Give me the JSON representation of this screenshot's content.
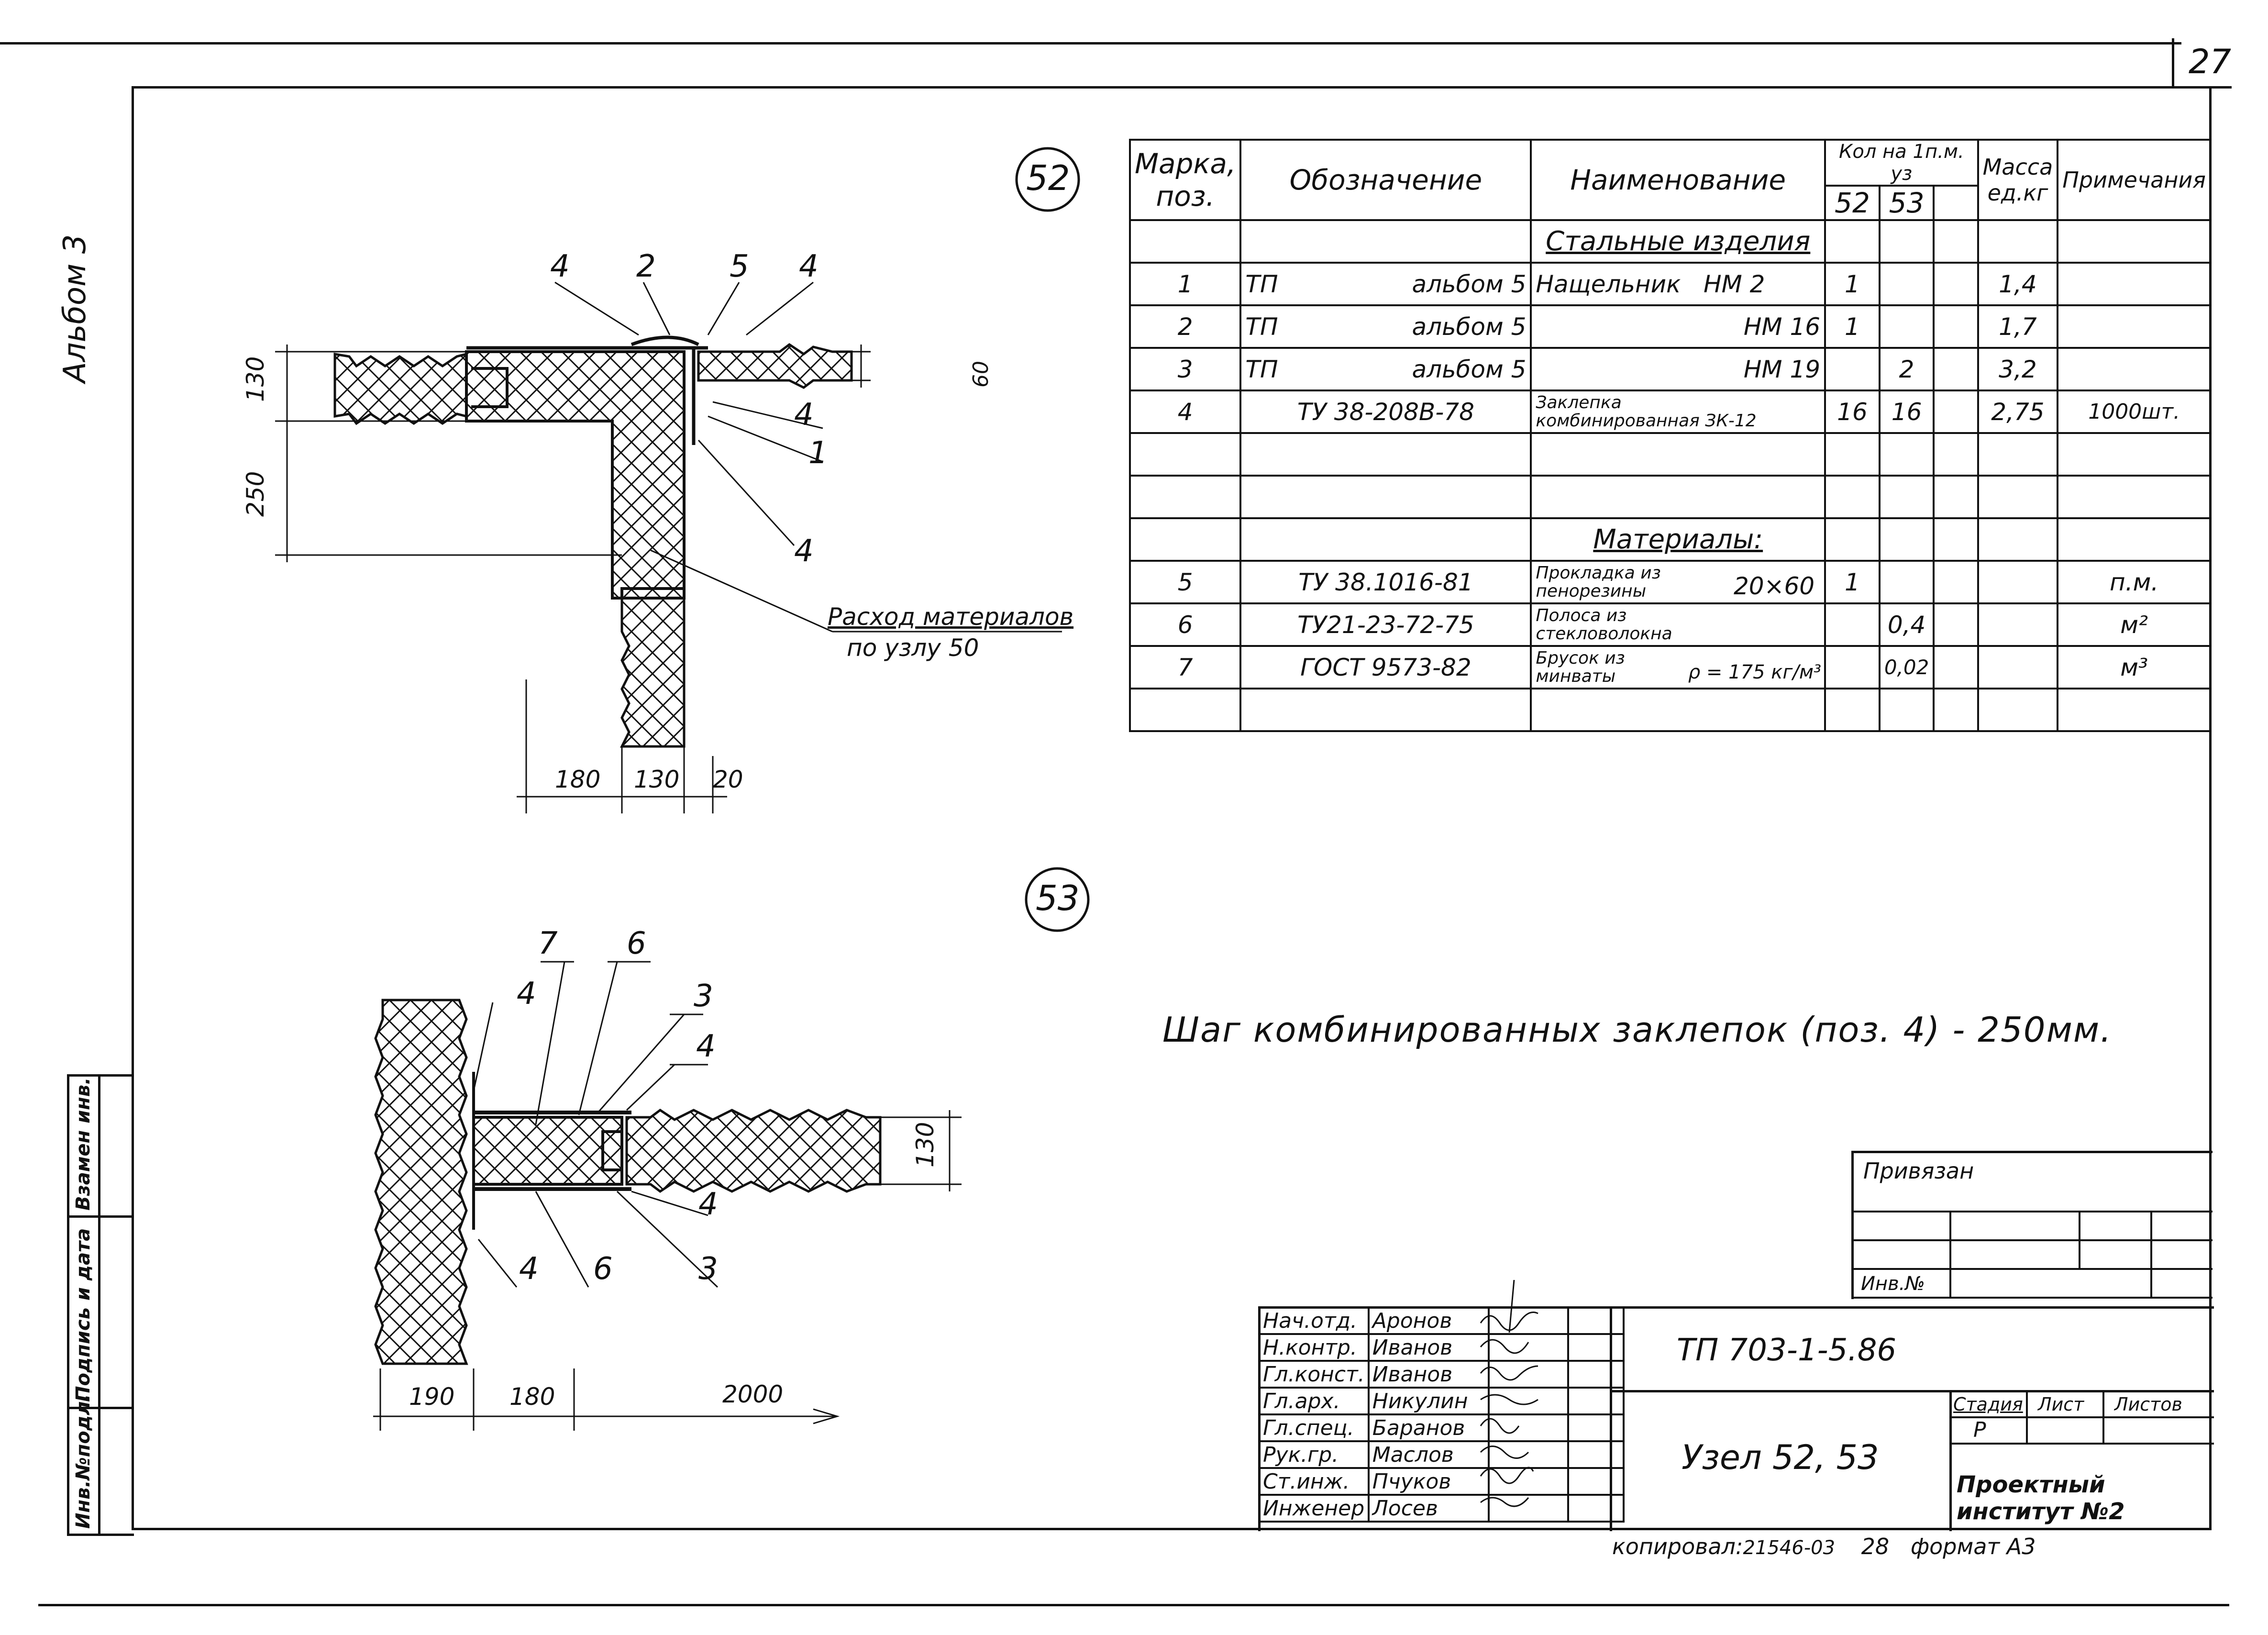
{
  "sheet": {
    "page_number": "27",
    "album_label": "Альбом 3",
    "copied": "копировал:",
    "copy_number": "21546-03",
    "format_number": "28",
    "format_label": "формат А3"
  },
  "left_strip": {
    "inv_label": "Инв.№подл.",
    "sign_label": "Подпись и дата",
    "replace_label": "Взамен инв."
  },
  "node52": {
    "badge": "52",
    "callouts": [
      "4",
      "2",
      "5",
      "4",
      "4",
      "1",
      "4"
    ],
    "dims": {
      "d130": "130",
      "d250": "250",
      "d60": "60",
      "b180": "180",
      "b130": "130",
      "b20": "20"
    },
    "note_line1": "Расход материалов",
    "note_line2": "по узлу 50"
  },
  "node53": {
    "badge": "53",
    "callouts": [
      "7",
      "6",
      "4",
      "3",
      "4",
      "4",
      "4",
      "6",
      "3"
    ],
    "dims": {
      "d130": "130",
      "b190": "190",
      "b180": "180",
      "b2000": "2000"
    }
  },
  "rivet_note": "Шаг комбинированных заклепок (поз. 4) - 250мм.",
  "spec_table": {
    "headers": {
      "mark": "Марка, поз.",
      "designation": "Обозначение",
      "name": "Наименование",
      "qty": "Кол на 1п.м. уз",
      "q52": "52",
      "q53": "53",
      "mass": "Масса ед.кг",
      "note": "Примечания"
    },
    "section_steel": "Стальные изделия",
    "section_materials": "Материалы:",
    "rows": [
      {
        "pos": "1",
        "des_a": "ТП",
        "des_b": "альбом 5",
        "name_a": "Нащельник",
        "name_b": "НМ 2",
        "q52": "1",
        "q53": "",
        "mass": "1,4",
        "note": ""
      },
      {
        "pos": "2",
        "des_a": "ТП",
        "des_b": "альбом 5",
        "name_a": "",
        "name_b": "НМ 16",
        "q52": "1",
        "q53": "",
        "mass": "1,7",
        "note": ""
      },
      {
        "pos": "3",
        "des_a": "ТП",
        "des_b": "альбом 5",
        "name_a": "",
        "name_b": "НМ 19",
        "q52": "",
        "q53": "2",
        "mass": "3,2",
        "note": ""
      },
      {
        "pos": "4",
        "des_a": "ТУ 38-208В-78",
        "des_b": "",
        "name_a": "Заклепка",
        "name_b": "комбинированная ЗК-12",
        "q52": "16",
        "q53": "16",
        "mass": "2,75",
        "note": "1000шт."
      }
    ],
    "mat_rows": [
      {
        "pos": "5",
        "des": "ТУ 38.1016-81",
        "name_a": "Прокладка из",
        "name_b": "пенорезины",
        "name_c": "20×60",
        "q52": "1",
        "q53": "",
        "mass": "",
        "note": "п.м."
      },
      {
        "pos": "6",
        "des": "ТУ21-23-72-75",
        "name_a": "Полоса из",
        "name_b": "стекловолокна",
        "name_c": "",
        "q52": "",
        "q53": "0,4",
        "mass": "",
        "note": "м²"
      },
      {
        "pos": "7",
        "des": "ГОСТ 9573-82",
        "name_a": "Брусок из",
        "name_b": "минваты",
        "name_c": "ρ = 175 кг/м³",
        "q52": "",
        "q53": "0,02",
        "mass": "",
        "note": "м³"
      }
    ]
  },
  "privyazan": {
    "title": "Привязан",
    "inv": "Инв.№"
  },
  "title_block": {
    "roles": [
      "Нач.отд.",
      "Н.контр.",
      "Гл.конст.",
      "Гл.арх.",
      "Гл.спец.",
      "Рук.гр.",
      "Ст.инж.",
      "Инженер"
    ],
    "names": [
      "Аронов",
      "Иванов",
      "Иванов",
      "Никулин",
      "Баранов",
      "Маслов",
      "Пчуков",
      "Лосев"
    ],
    "code": "ТП 703-1-5.86",
    "node_title": "Узел 52, 53",
    "stage_label": "Стадия",
    "sheet_label": "Лист",
    "sheets_label": "Листов",
    "stage": "Р",
    "institute": "Проектный институт №2"
  }
}
